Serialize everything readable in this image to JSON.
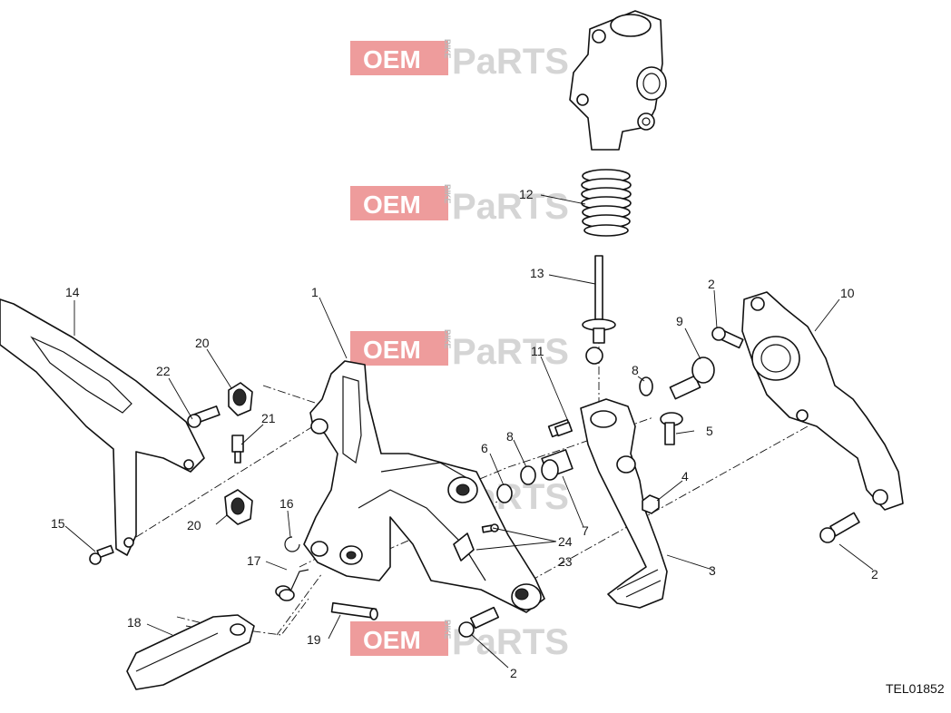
{
  "watermark": {
    "left": "OEM",
    "middle": "BIKE",
    "right": "PaRTS"
  },
  "drawing_code": "TEL01852",
  "callouts": {
    "c1": "1",
    "c2a": "2",
    "c2b": "2",
    "c2c": "2",
    "c3": "3",
    "c4": "4",
    "c5": "5",
    "c6": "6",
    "c7": "7",
    "c8a": "8",
    "c8b": "8",
    "c9": "9",
    "c10": "10",
    "c11": "11",
    "c12": "12",
    "c13": "13",
    "c14": "14",
    "c15": "15",
    "c16": "16",
    "c17": "17",
    "c18": "18",
    "c19": "19",
    "c20a": "20",
    "c20b": "20",
    "c21": "21",
    "c22": "22",
    "c23": "23",
    "c24": "24"
  }
}
